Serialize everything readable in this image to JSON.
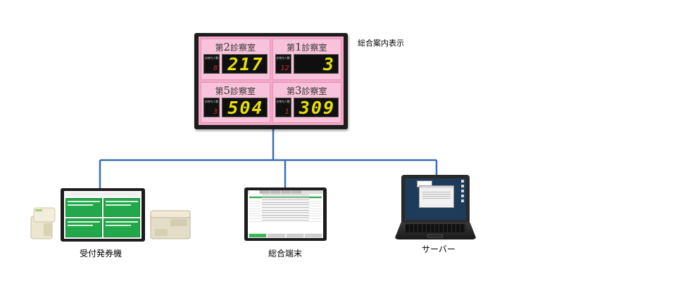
{
  "display_board": {
    "title": "総合案内表示",
    "wait_label": "お待ち人数",
    "panels": [
      {
        "room_prefix": "第",
        "room_number": "2",
        "room_suffix": "診察室",
        "wait_count": "8",
        "ticket": "217"
      },
      {
        "room_prefix": "第",
        "room_number": "1",
        "room_suffix": "診察室",
        "wait_count": "12",
        "ticket": "3"
      },
      {
        "room_prefix": "第",
        "room_number": "5",
        "room_suffix": "診察室",
        "wait_count": "3",
        "ticket": "504"
      },
      {
        "room_prefix": "第",
        "room_number": "3",
        "room_suffix": "診察室",
        "wait_count": "1",
        "ticket": "309"
      }
    ]
  },
  "devices": {
    "kiosk_label": "受付発券機",
    "terminal_label": "総合端末",
    "server_label": "サーバー"
  },
  "colors": {
    "wire": "#3a6fb0",
    "board_bg": "#f4a9c9",
    "digit": "#e8e000",
    "wait_digit": "#e02a2a",
    "kiosk_button": "#22a84a"
  }
}
